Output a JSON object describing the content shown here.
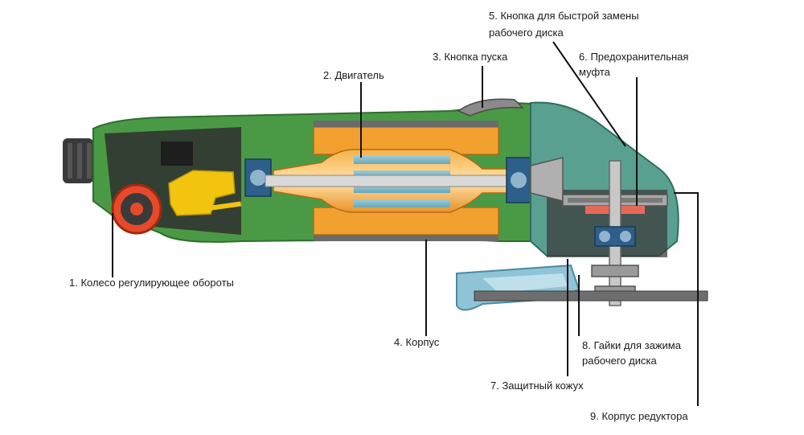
{
  "labels": {
    "l1": "1. Колесо регулирующее обороты",
    "l2": "2. Двигатель",
    "l3": "3. Кнопка пуска",
    "l4": "4. Корпус",
    "l5a": "5. Кнопка для быстрой замены",
    "l5b": "рабочего диска",
    "l6a": "6. Предохранительная",
    "l6b": "муфта",
    "l7": "7. Защитный кожух",
    "l8a": "8. Гайки для зажима",
    "l8b": "рабочего диска",
    "l9": "9. Корпус редуктора"
  },
  "colors": {
    "housing": "#4a9a45",
    "housing_dark": "#2e6e2c",
    "motor": "#f2a030",
    "motor_light": "#ffd79a",
    "stator": "#7fb8c8",
    "gear_housing": "#5aa090",
    "guard": "#8fc4d6",
    "wheel": "#e64a2a",
    "trigger": "#f1c40f",
    "leader": "#111111"
  }
}
